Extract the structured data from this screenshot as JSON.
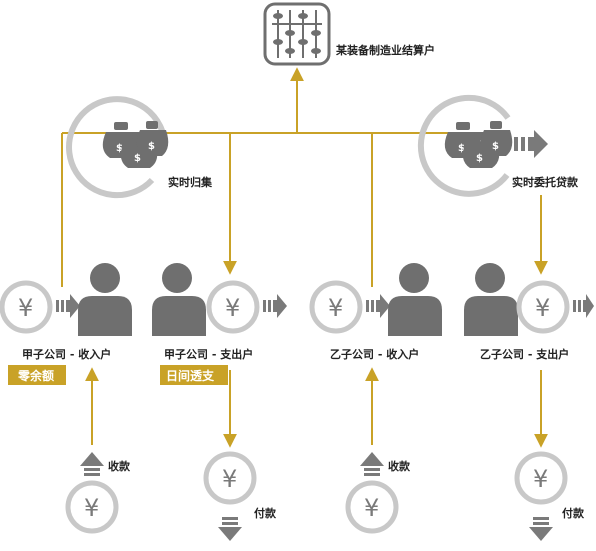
{
  "top_node": {
    "label": "某装备制造业结算户",
    "icon": "abacus-icon"
  },
  "pool_left": {
    "label": "实时归集",
    "icon": "money-bags-icon"
  },
  "pool_right": {
    "label": "实时委托贷款",
    "icon": "money-bags-arrow-icon"
  },
  "accounts": [
    {
      "label": "甲子公司 - 收入户",
      "badge": "零余额"
    },
    {
      "label": "甲子公司 - 支出户",
      "badge": "日间透支"
    },
    {
      "label": "乙子公司 - 收入户"
    },
    {
      "label": "乙子公司 - 支出户"
    }
  ],
  "flows": {
    "receive": "收款",
    "pay": "付款"
  },
  "symbols": {
    "yen": "¥",
    "dollar": "$"
  },
  "colors": {
    "line": "#c9a227",
    "circle": "#c8c8c8",
    "person": "#6f6f6f",
    "badge": "#c9a227"
  }
}
